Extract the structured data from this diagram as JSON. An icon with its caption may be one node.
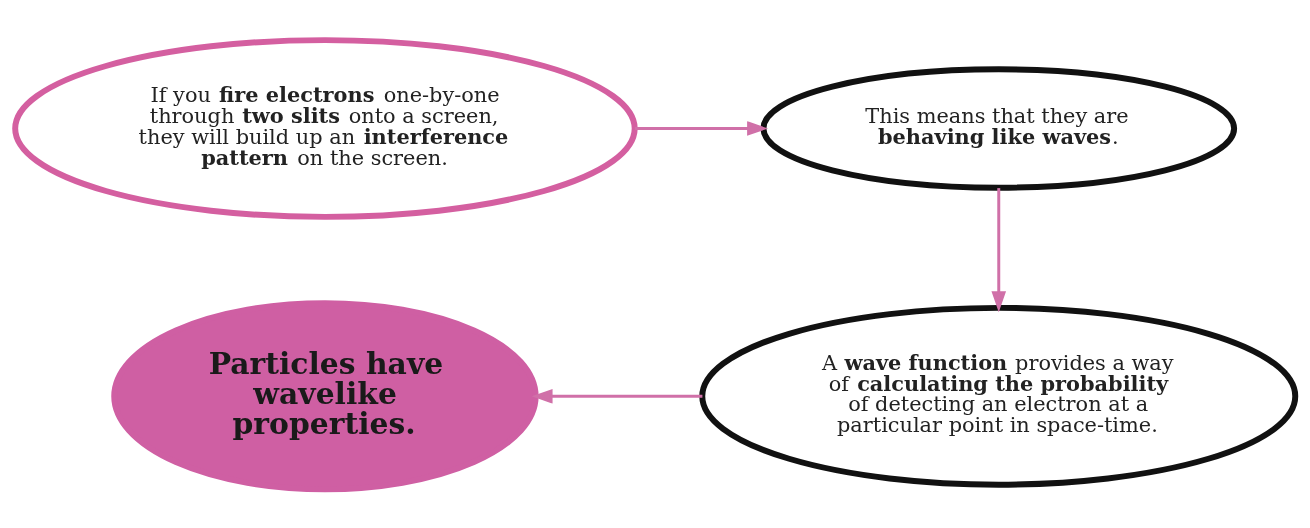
{
  "diagram": {
    "nodes": [
      {
        "text": [
          "If you **fire electrons** one-by-one through **two slits** onto a screen, they will build up an **interference pattern** on the screen."
        ]
      },
      {
        "text": [
          "This means that they are **behaving like waves**."
        ]
      },
      {
        "text": [
          "A **wave function** provides a way of **calculating the probability** of detecting an electron at a particular point in space-time."
        ]
      },
      {
        "text": [
          "Particles have wavelike properties."
        ]
      }
    ],
    "edges": [
      {
        "from": 0,
        "to": 1,
        "arrow": "to"
      },
      {
        "from": 1,
        "to": 2,
        "arrow": "to"
      },
      {
        "from": 2,
        "to": 3,
        "arrow": "to"
      }
    ]
  }
}
